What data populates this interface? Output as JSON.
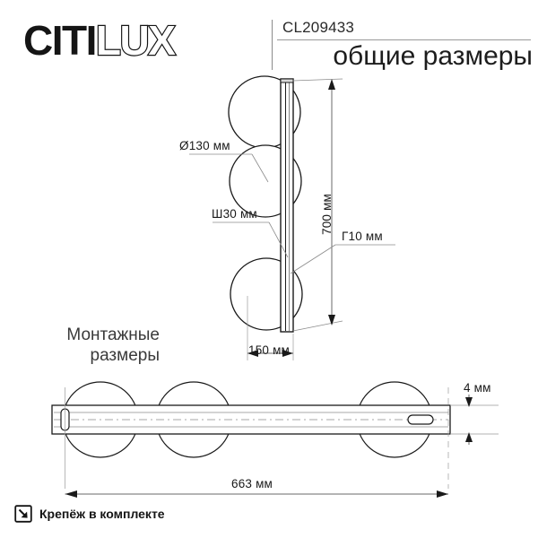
{
  "header": {
    "logo_solid": "CITI",
    "logo_outline": "LUX",
    "product_code": "CL209433",
    "title": "общие размеры"
  },
  "top_drawing": {
    "name": "side-view",
    "labels": {
      "diameter": "Ø130 мм",
      "width": "Ш30 мм",
      "depth": "Г10 мм",
      "height": "700 мм",
      "offset": "150 мм"
    }
  },
  "section": {
    "mounting_title_line1": "Монтажные",
    "mounting_title_line2": "размеры"
  },
  "bottom_drawing": {
    "name": "mounting-view",
    "labels": {
      "thickness": "4 мм",
      "length": "663 мм"
    }
  },
  "footer": {
    "icon": "arrow-into-box-icon",
    "text": "Крепёж в комплекте"
  },
  "colors": {
    "ink": "#1a1a1a",
    "line": "#4a4a4a",
    "thin": "#8b8b8b",
    "paper": "#ffffff"
  }
}
